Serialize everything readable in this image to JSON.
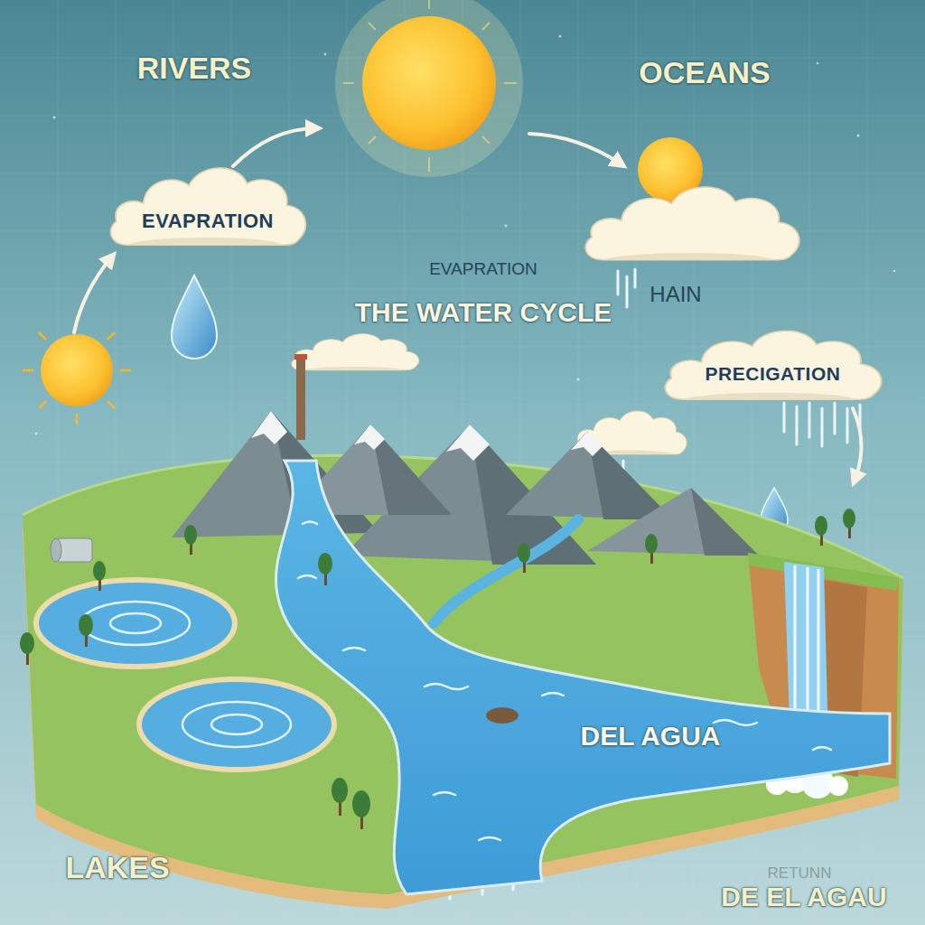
{
  "diagram": {
    "title": "THE WATER CYCLE",
    "nodes": [
      {
        "text": [
          "EVAPRATION"
        ]
      },
      {
        "text": [
          "PRECIGATION"
        ]
      }
    ],
    "labels": [
      "RIVERS",
      "OCEANS",
      "EVAPRATION",
      "HAIN",
      "DEL AGUA",
      "LAKES",
      "RETUNN",
      "DE EL AGAU"
    ]
  }
}
